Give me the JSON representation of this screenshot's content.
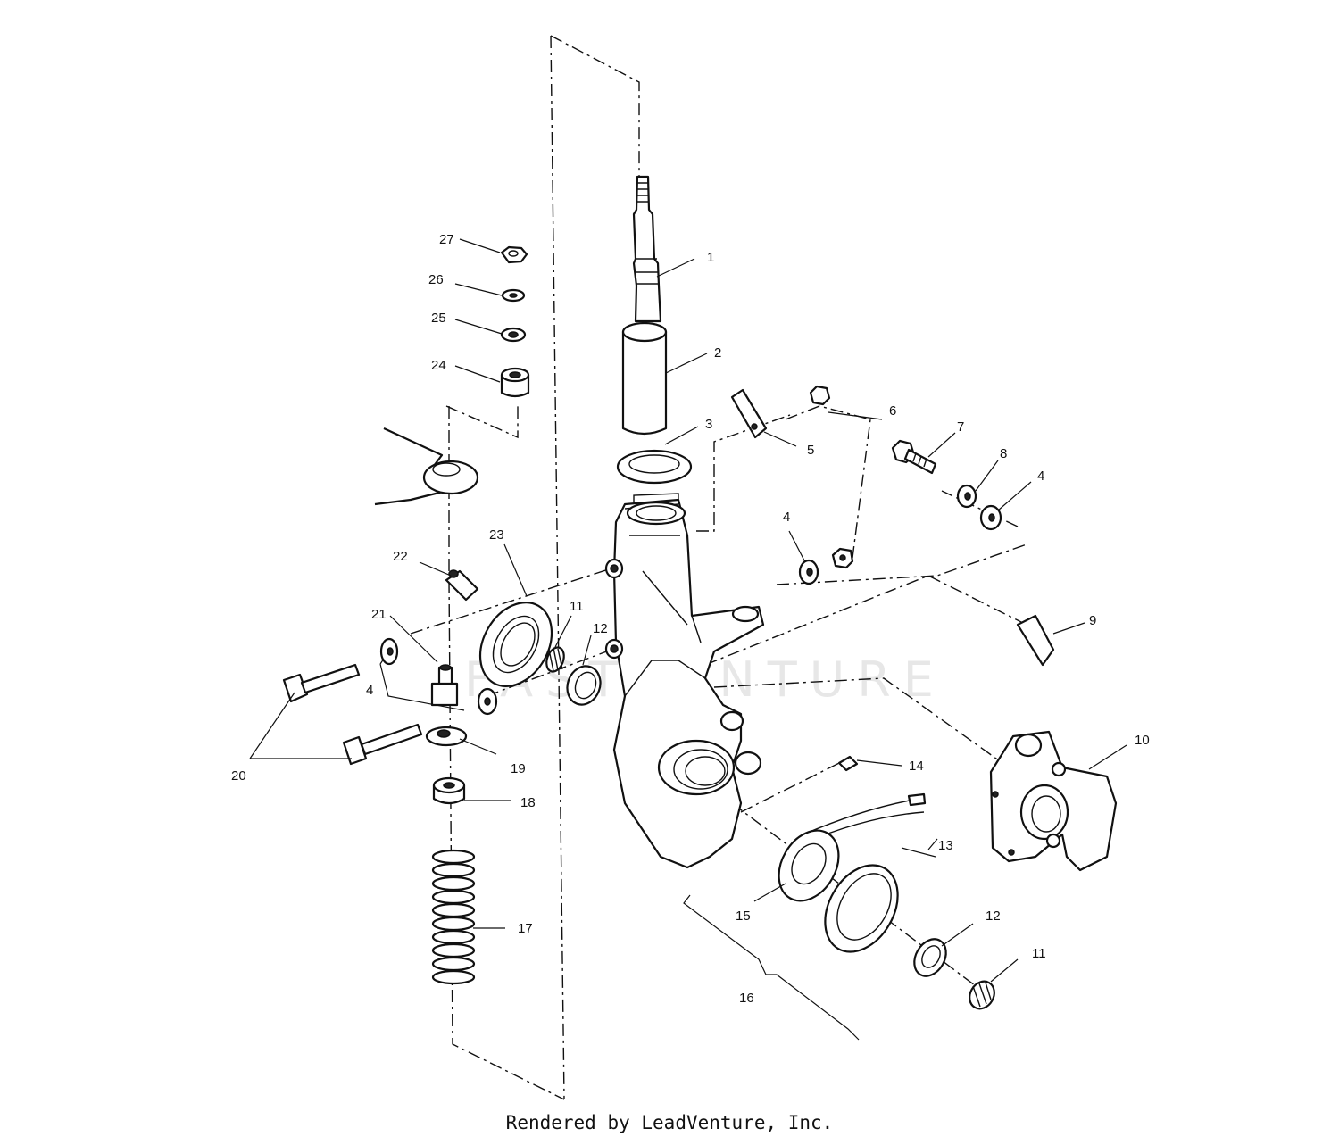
{
  "footer": {
    "credit": "Rendered by LeadVenture, Inc."
  },
  "watermark": {
    "text": "FASTVENTURE",
    "color": "#d4d4d4"
  },
  "callouts": [
    {
      "id": "c1",
      "label": "1"
    },
    {
      "id": "c2",
      "label": "2"
    },
    {
      "id": "c3",
      "label": "3"
    },
    {
      "id": "c4a",
      "label": "4"
    },
    {
      "id": "c4b",
      "label": "4"
    },
    {
      "id": "c4c",
      "label": "4"
    },
    {
      "id": "c5",
      "label": "5"
    },
    {
      "id": "c6",
      "label": "6"
    },
    {
      "id": "c7",
      "label": "7"
    },
    {
      "id": "c8",
      "label": "8"
    },
    {
      "id": "c9",
      "label": "9"
    },
    {
      "id": "c10",
      "label": "10"
    },
    {
      "id": "c11a",
      "label": "11"
    },
    {
      "id": "c11b",
      "label": "11"
    },
    {
      "id": "c12a",
      "label": "12"
    },
    {
      "id": "c12b",
      "label": "12"
    },
    {
      "id": "c13",
      "label": "13"
    },
    {
      "id": "c14",
      "label": "14"
    },
    {
      "id": "c15",
      "label": "15"
    },
    {
      "id": "c16",
      "label": "16"
    },
    {
      "id": "c17",
      "label": "17"
    },
    {
      "id": "c18",
      "label": "18"
    },
    {
      "id": "c19",
      "label": "19"
    },
    {
      "id": "c20",
      "label": "20"
    },
    {
      "id": "c21",
      "label": "21"
    },
    {
      "id": "c22",
      "label": "22"
    },
    {
      "id": "c23",
      "label": "23"
    },
    {
      "id": "c24",
      "label": "24"
    },
    {
      "id": "c25",
      "label": "25"
    },
    {
      "id": "c26",
      "label": "26"
    },
    {
      "id": "c27",
      "label": "27"
    }
  ]
}
